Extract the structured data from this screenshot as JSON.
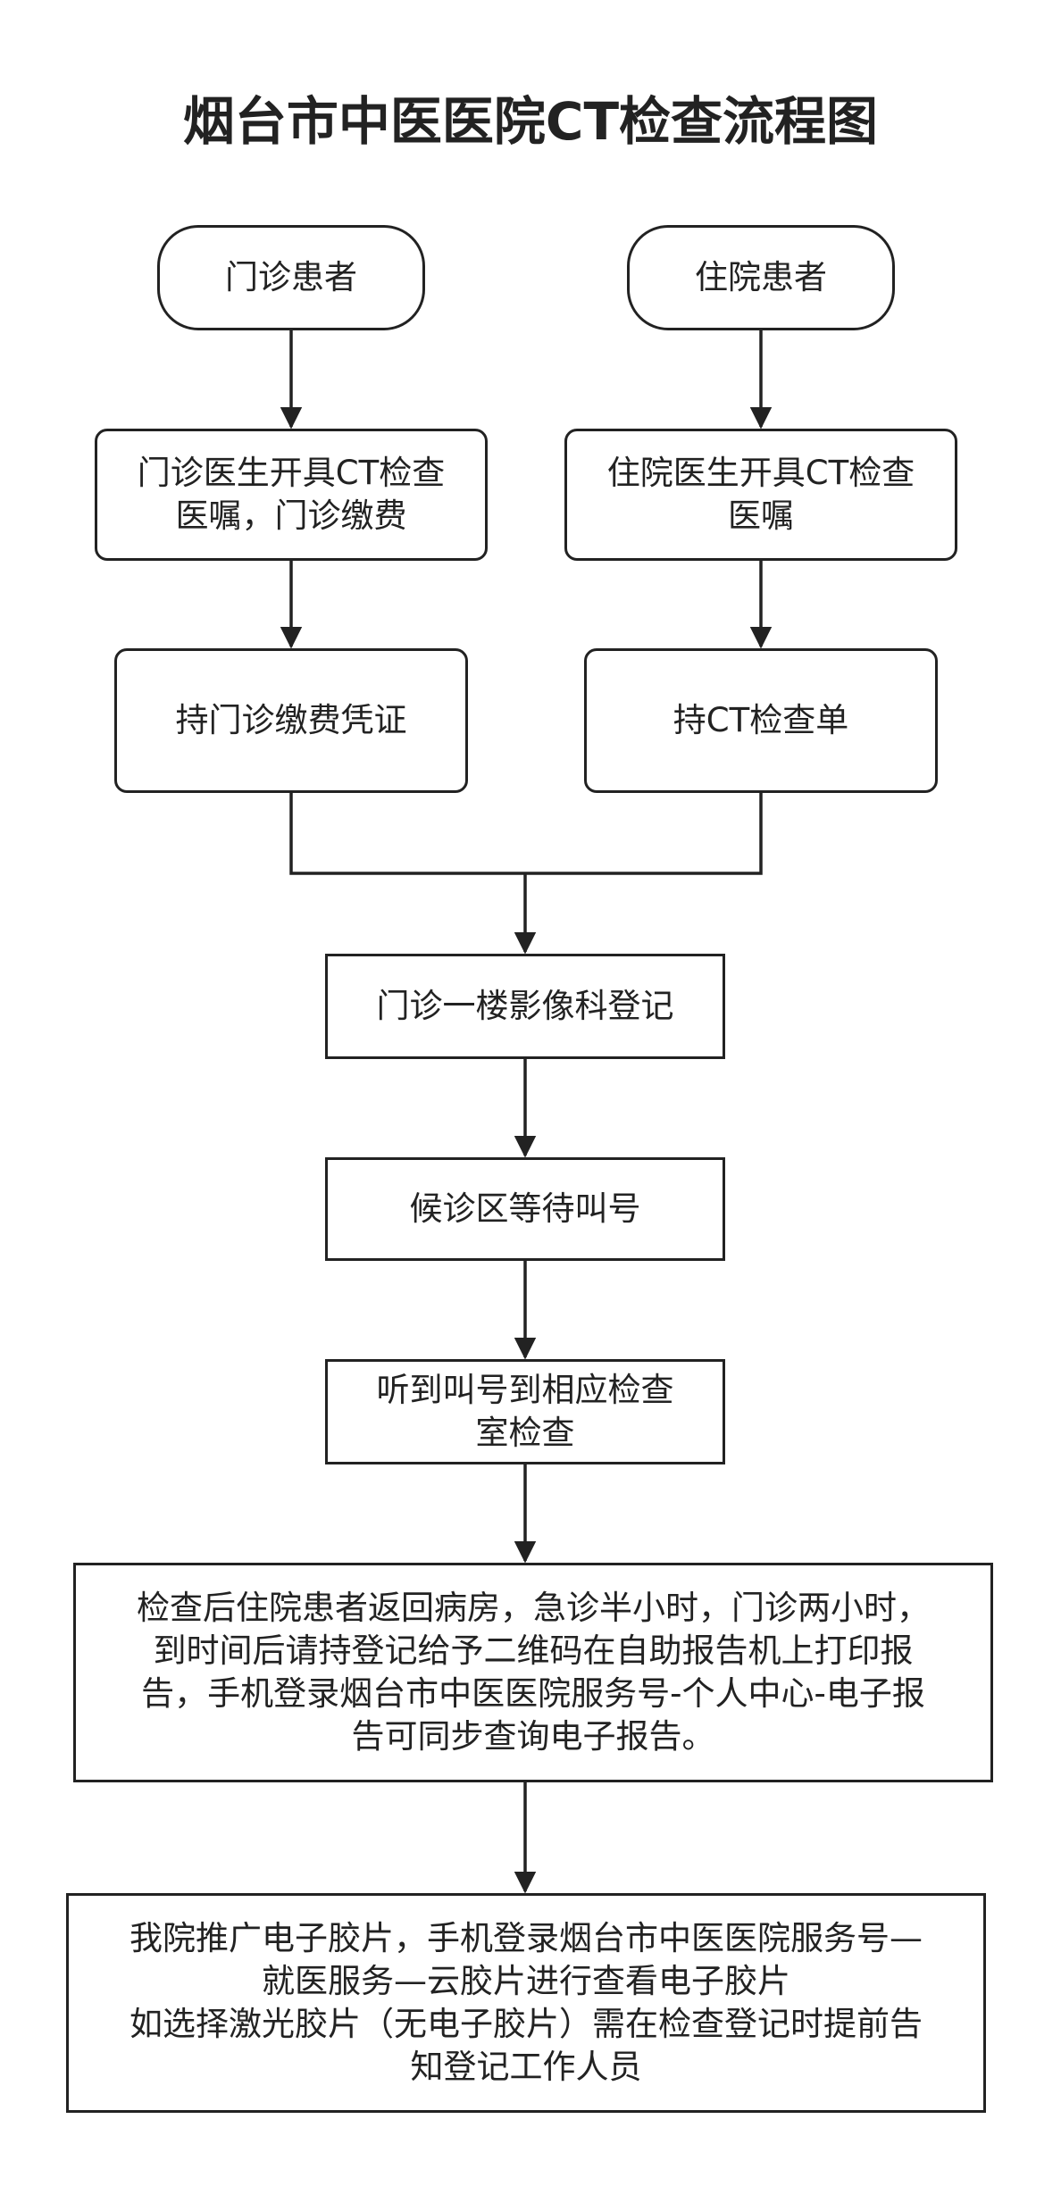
{
  "title": "烟台市中医医院CT检查流程图",
  "nodes": {
    "outpatient": "门诊患者",
    "inpatient": "住院患者",
    "outpatient_order": "门诊医生开具CT检查\n医嘱，门诊缴费",
    "inpatient_order": "住院医生开具CT检查\n医嘱",
    "outpatient_voucher": "持门诊缴费凭证",
    "inpatient_sheet": "持CT检查单",
    "registration": "门诊一楼影像科登记",
    "waiting": "候诊区等待叫号",
    "go_exam": "听到叫号到相应检查\n室检查",
    "after_exam": "检查后住院患者返回病房，急诊半小时，门诊两小时，\n到时间后请持登记给予二维码在自助报告机上打印报\n告，手机登录烟台市中医医院服务号-个人中心-电子报\n告可同步查询电子报告。",
    "film": "我院推广电子胶片，手机登录烟台市中医医院服务号—\n就医服务—云胶片进行查看电子胶片\n如选择激光胶片（无电子胶片）需在检查登记时提前告\n知登记工作人员"
  }
}
